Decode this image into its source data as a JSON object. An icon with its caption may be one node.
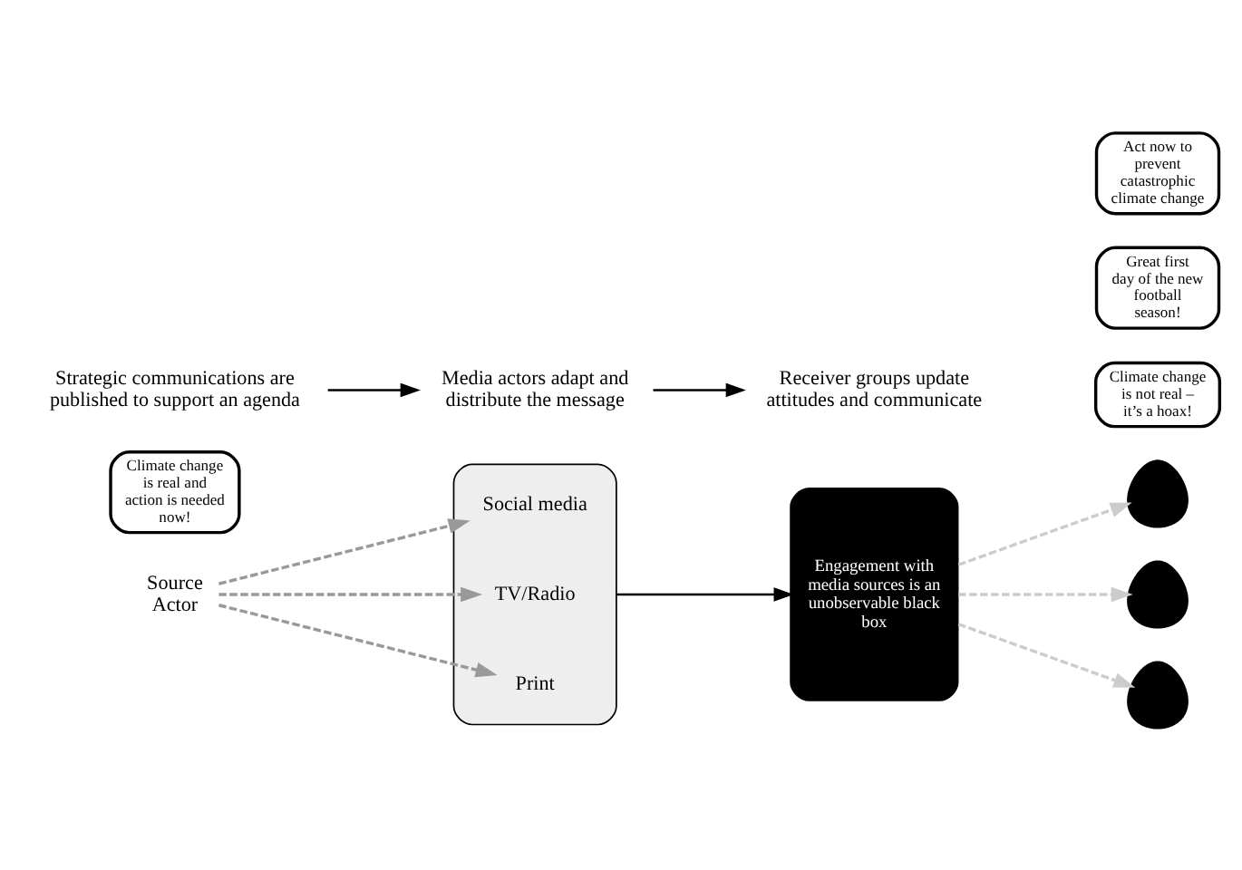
{
  "diagram": {
    "nodes": [
      {
        "text": [
          "Source Actor"
        ]
      },
      {
        "text": [
          "Climate change is real and action is needed now!"
        ]
      },
      {
        "text": [],
        "shape": "box"
      },
      {
        "text": [
          "Social media"
        ],
        "in": 2
      },
      {
        "text": [
          "TV/Radio"
        ],
        "in": 2
      },
      {
        "text": [
          "Print"
        ],
        "in": 2
      },
      {
        "text": [
          "Engagement with media sources is an unobservable black box"
        ]
      },
      {
        "text": [],
        "shape": "person"
      },
      {
        "text": [
          "Climate change is not real – it’s a hoax!"
        ]
      },
      {
        "text": [],
        "shape": "person"
      },
      {
        "text": [
          "Great first day of the new football season!"
        ]
      },
      {
        "text": [],
        "shape": "person"
      },
      {
        "text": [
          "Act now to prevent catastrophic climate change"
        ]
      },
      {
        "text": [
          "Strategic communications are published to support an agenda"
        ]
      },
      {
        "text": [
          "Media actors adapt and distribute the message"
        ]
      },
      {
        "text": [
          "Receiver groups update attitudes and communicate"
        ]
      }
    ],
    "edges": [
      {
        "from": 0,
        "to": 3,
        "arrow": "to",
        "style": "dashed",
        "color": "#999999"
      },
      {
        "from": 0,
        "to": 4,
        "arrow": "to",
        "style": "dashed",
        "color": "#999999"
      },
      {
        "from": 0,
        "to": 5,
        "arrow": "to",
        "style": "dashed",
        "color": "#999999"
      },
      {
        "from": 2,
        "to": 6,
        "arrow": "to",
        "color": "#000000"
      },
      {
        "from": 6,
        "to": 7,
        "arrow": "to",
        "style": "dashed",
        "color": "#cccccc"
      },
      {
        "from": 6,
        "to": 9,
        "arrow": "to",
        "style": "dashed",
        "color": "#cccccc"
      },
      {
        "from": 6,
        "to": 11,
        "arrow": "to",
        "style": "dashed",
        "color": "#cccccc"
      },
      {
        "from": 13,
        "to": 14,
        "arrow": "to",
        "color": "#000000"
      },
      {
        "from": 14,
        "to": 15,
        "arrow": "to",
        "color": "#000000"
      }
    ]
  }
}
